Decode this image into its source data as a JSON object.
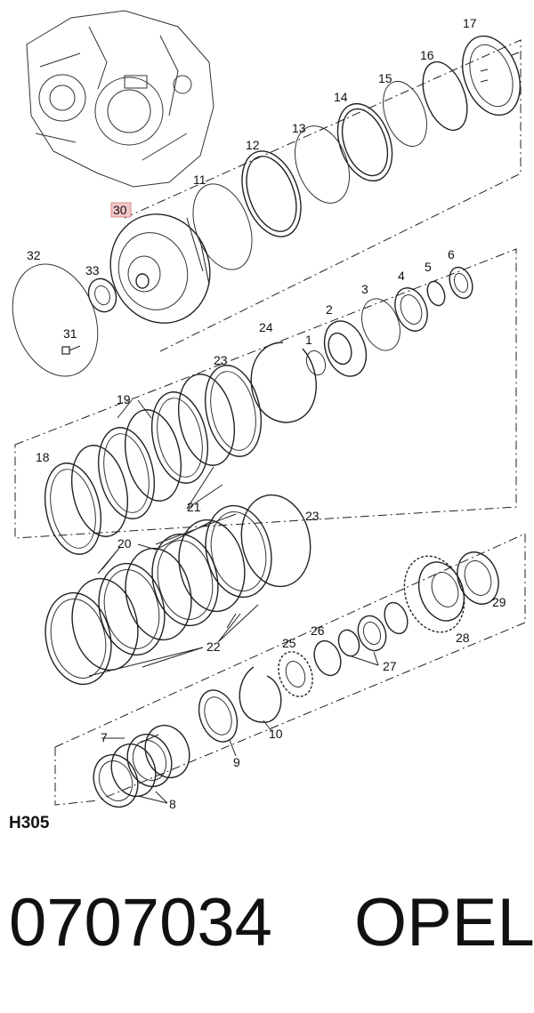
{
  "diagram": {
    "code": "H305",
    "highlighted_label": "30",
    "labels": [
      "1",
      "2",
      "3",
      "4",
      "5",
      "6",
      "7",
      "8",
      "9",
      "10",
      "11",
      "12",
      "13",
      "14",
      "15",
      "16",
      "17",
      "18",
      "19",
      "20",
      "21",
      "22",
      "23",
      "23",
      "24",
      "25",
      "26",
      "27",
      "28",
      "29",
      "30",
      "31",
      "32",
      "33"
    ]
  },
  "footer": {
    "part_number": "0707034",
    "brand": "OPEL"
  }
}
